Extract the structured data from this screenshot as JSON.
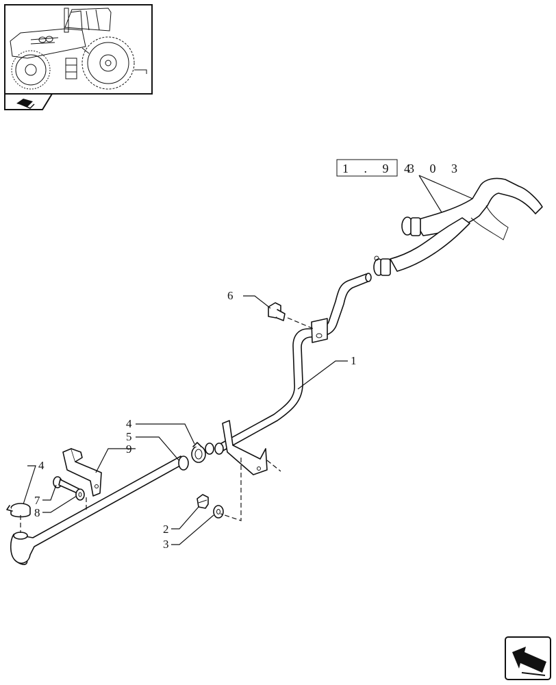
{
  "reference": {
    "boxed": "1 . 9 4",
    "rest": "3   0 3"
  },
  "callouts": [
    {
      "id": "c1",
      "label": "1"
    },
    {
      "id": "c2",
      "label": "2"
    },
    {
      "id": "c3",
      "label": "3"
    },
    {
      "id": "c4a",
      "label": "4"
    },
    {
      "id": "c4b",
      "label": "4"
    },
    {
      "id": "c5",
      "label": "5"
    },
    {
      "id": "c6",
      "label": "6"
    },
    {
      "id": "c7",
      "label": "7"
    },
    {
      "id": "c8",
      "label": "8"
    },
    {
      "id": "c9",
      "label": "9"
    }
  ],
  "icons": {
    "thumbnail": "tractor-icon",
    "section": "section-tab-icon",
    "nav": "next-page-arrow-icon"
  }
}
